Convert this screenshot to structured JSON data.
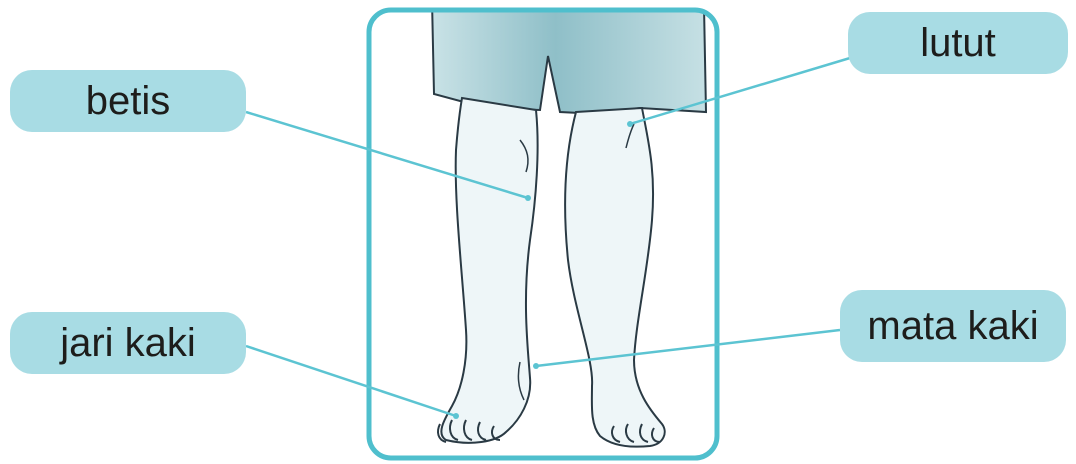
{
  "labels": {
    "betis": "betis",
    "lutut": "lutut",
    "jari_kaki": "jari kaki",
    "mata_kaki": "mata kaki"
  },
  "colors": {
    "label_fill": "#a8dce4",
    "leader_line": "#5cc4d2",
    "frame": "#4fbfcd",
    "shorts": "#b9d8dd",
    "skin": "#eef6f8",
    "outline": "#2a3a44"
  },
  "icons": {
    "illustration": "legs-and-feet-illustration"
  }
}
